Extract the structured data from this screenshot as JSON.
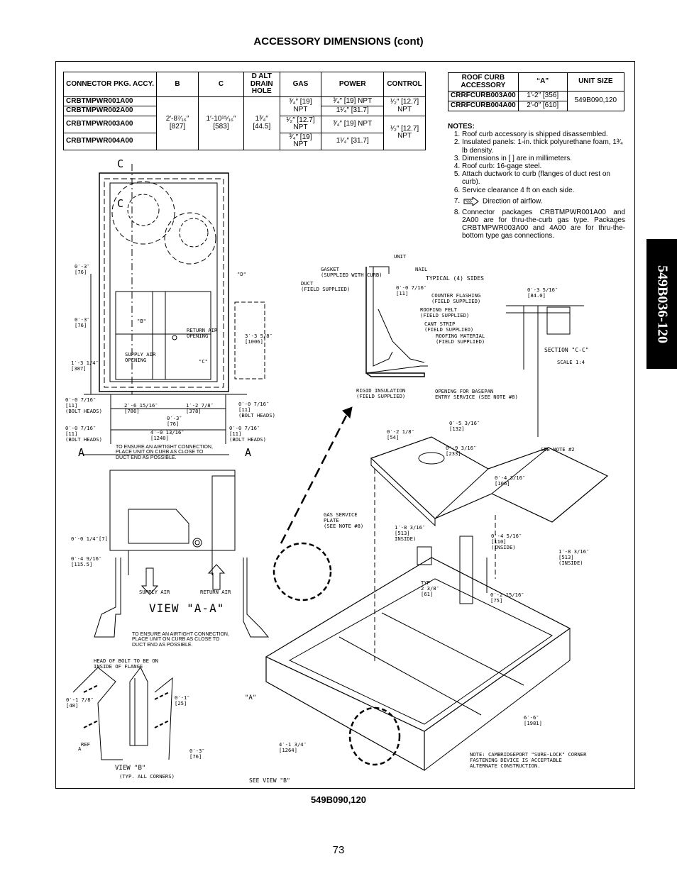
{
  "header": {
    "title": "ACCESSORY DIMENSIONS (cont)"
  },
  "side_tab": "549B036-120",
  "connector_table": {
    "headers": [
      "CONNECTOR PKG. ACCY.",
      "B",
      "C",
      "D ALT DRAIN HOLE",
      "GAS",
      "POWER",
      "CONTROL"
    ],
    "pkgs": [
      "CRBTMPWR001A00",
      "CRBTMPWR002A00",
      "CRBTMPWR003A00",
      "CRBTMPWR004A00"
    ],
    "b": "2′-8⁷⁄₁₆″ [827]",
    "c": "1′-10¹⁵⁄₁₆″ [583]",
    "d": "1³⁄₄″ [44.5]",
    "gas": [
      "³⁄₄″ [19] NPT",
      "¹⁄₂″ [12.7] NPT",
      "³⁄₄″ [19] NPT"
    ],
    "power": [
      "³⁄₄″ [19] NPT",
      "1¹⁄₄″ [31.7]",
      "³⁄₄″ [19] NPT",
      "1¹⁄₄″ [31.7]"
    ],
    "control": [
      "¹⁄₂″ [12.7] NPT",
      "¹⁄₂″ [12.7] NPT"
    ]
  },
  "curb_table": {
    "headers": [
      "ROOF CURB ACCESSORY",
      "“A”",
      "UNIT SIZE"
    ],
    "rows": [
      {
        "accy": "CRRFCURB003A00",
        "a": "1′-2″ [356]"
      },
      {
        "accy": "CRRFCURB004A00",
        "a": "2′-0″ [610]"
      }
    ],
    "unit_size": "549B090,120"
  },
  "notes": {
    "heading": "NOTES:",
    "items": [
      "Roof curb accessory is shipped disassembled.",
      "Insulated panels: 1-in. thick polyurethane foam, 1³⁄₄ lb density.",
      "Dimensions in [ ] are in millimeters.",
      "Roof curb: 16-gage steel.",
      "Attach ductwork to curb (flanges of duct rest on curb).",
      "Service clearance 4 ft on each side.",
      "Direction of airflow.",
      "Connector packages CRBTMPWR001A00 and 2A00 are for thru-the-curb gas type. Packages CRBTMPWR003A00 and 4A00 are for thru-the-bottom type gas connections."
    ]
  },
  "labels": {
    "c_top": "C",
    "c_side": "C",
    "d_label": "\"D\"",
    "dim_03_76_a": "0′-3″\n[76]",
    "dim_03_76_b": "0′-3″\n[76]",
    "b_label": "\"B\"",
    "return_air": "RETURN AIR\nOPENING",
    "dim_335": "3′-3 5/8″\n[1006]",
    "supply_air": "SUPPLY AIR\nOPENING",
    "c_label": "\"C\"",
    "dim_1314": "1′-3 1/4″\n[387]",
    "dim_0716_a": "0′-0 7/16″\n[11]\n(BOLT HEADS)",
    "dim_0716_b": "0′-0 7/16″\n[11]\n(BOLT HEADS)",
    "dim_2615": "2′-6 15/16″\n[786]",
    "dim_1278": "1′-2 7/8″\n[378]",
    "dim_03_76_c": "0′-3″\n[76]",
    "dim_40": "4′-0 13/16″\n[1240]",
    "dim_0716_c": "0′-0 7/16″\n[11]\n(BOLT HEADS)",
    "dim_0716_d": "0′-0 7/16″\n[11]\n(BOLT HEADS)",
    "a_left": "A",
    "a_right": "A",
    "airtight_1": "TO ENSURE AN AIRTIGHT CONNECTION,\nPLACE UNIT ON CURB AS CLOSE TO\nDUCT END AS POSSIBLE.",
    "airtight_2": "TO ENSURE AN AIRTIGHT CONNECTION,\nPLACE UNIT ON CURB AS CLOSE TO\nDUCT END AS POSSIBLE.",
    "dim_014": "0′-0 1/4″[7]",
    "dim_0496": "0′-4 9/16″\n[115.5]",
    "supply_air_b": "SUPPLY AIR",
    "return_air_b": "RETURN AIR",
    "view_aa": "VIEW \"A-A\"",
    "unit": "UNIT",
    "nail": "NAIL",
    "gasket": "GASKET\n(SUPPLIED WITH CURB)",
    "duct": "DUCT\n(FIELD SUPPLIED)",
    "dim_0716_e": "0′-0 7/16″\n[11]",
    "typical": "TYPICAL (4) SIDES",
    "counter_flashing": "COUNTER FLASHING\n(FIELD SUPPLIED)",
    "roofing_felt": "ROOFING FELT\n(FIELD SUPPLIED)",
    "cant_strip": "CANT STRIP\n(FIELD SUPPLIED)",
    "roofing_material": "ROOFING MATERIAL\n(FIELD SUPPLIED)",
    "rigid_insulation": "RIGID INSULATION\n(FIELD SUPPLIED)",
    "dim_035": "0′-3 5/16″\n[84.0]",
    "section_cc": "SECTION \"C-C\"",
    "scale": "SCALE 1:4",
    "opening_basepan": "OPENING FOR BASEPAN\nENTRY SERVICE (SEE NOTE #8)",
    "dim_0218": "0′-2 1/8″\n[54]",
    "dim_0516": "0′-5 3/16″\n[132]",
    "dim_0939": "0′-9 3/16″\n[233]",
    "see_note2": "SEE NOTE #2",
    "dim_0431": "0′-4 3/16″\n[106]",
    "gas_service": "GAS SERVICE\nPLATE\n(SEE NOTE #8)",
    "dim_1839_a": "1′-8 3/16″\n[513]\nINSIDE)",
    "dim_0455": "0′-4 5/16″\n[110]\n(INSIDE)",
    "dim_1839_b": "1′-8 3/16″\n[513]\n(INSIDE)",
    "typ": "TYP\n2 3/8″\n[61]",
    "dim_02215": "0′-2 15/16″\n[75]",
    "head_bolt": "HEAD OF BOLT TO BE ON\nINSIDE OF FLANGE",
    "dim_0178": "0′-1 7/8″\n[48]",
    "dim_01_25": "0′-1″\n[25]",
    "ref": "REF",
    "a_dim": "A",
    "dim_03_76_d": "0′-3″\n[76]",
    "view_b": "VIEW \"B\"",
    "typ_corners": "(TYP. ALL CORNERS)",
    "a_curb": "\"A\"",
    "dim_4134": "4′-1 3/4″\n[1264]",
    "dim_66": "6′-6″\n[1981]",
    "note_cambridge": "NOTE: CAMBRIDGEPORT \"SURE-LOCK\" CORNER\nFASTENING DEVICE IS ACCEPTABLE\nALTERNATE CONSTRUCTION.",
    "see_view_b": "SEE VIEW \"B\""
  },
  "footer": {
    "model": "549B090,120",
    "page": "73"
  }
}
